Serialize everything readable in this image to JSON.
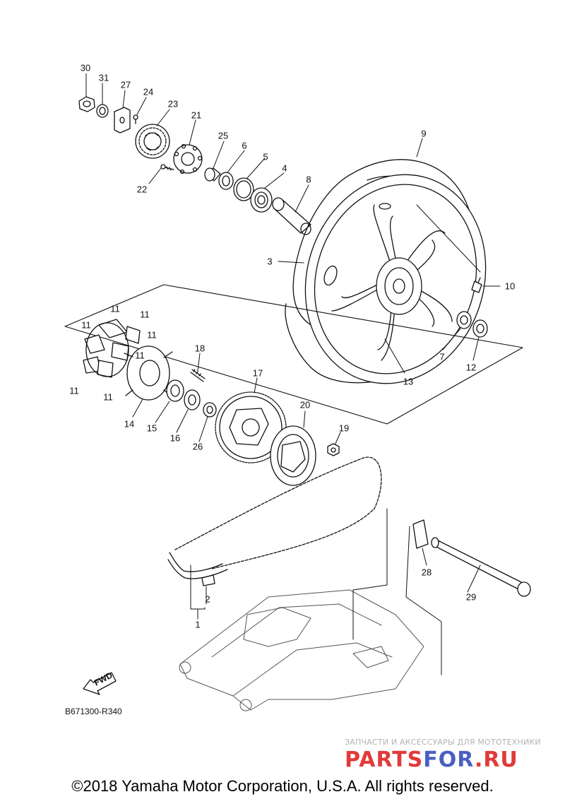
{
  "diagram": {
    "code": "B671300-R340",
    "fwd_label": "FWD",
    "part_numbers": [
      "30",
      "31",
      "27",
      "24",
      "23",
      "21",
      "25",
      "6",
      "5",
      "4",
      "8",
      "9",
      "3",
      "10",
      "7",
      "12",
      "13",
      "11",
      "11",
      "11",
      "11",
      "11",
      "11",
      "11",
      "18",
      "17",
      "14",
      "15",
      "16",
      "26",
      "20",
      "19",
      "28",
      "29",
      "2",
      "1",
      "22"
    ]
  },
  "footer": {
    "copyright": "©2018 Yamaha Motor Corporation, U.S.A. All rights reserved."
  },
  "watermark": {
    "subtitle": "ЗАПЧАСТИ И АКСЕССУАРЫ ДЛЯ МОТОТЕХНИКИ",
    "logo_part1": "PARTS",
    "logo_part2": "FOR",
    "logo_part3": ".RU"
  }
}
